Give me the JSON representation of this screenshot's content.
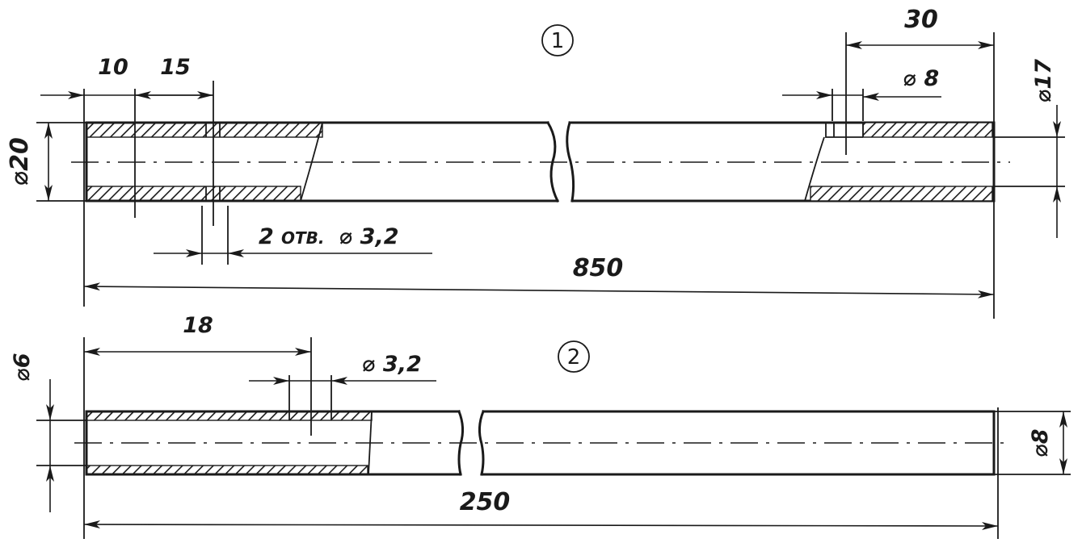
{
  "part1": {
    "number": "1",
    "dims": {
      "d10": "10",
      "d15": "15",
      "d30": "30",
      "dia8": "⌀ 8",
      "dia17": "⌀17",
      "dia20": "⌀20",
      "holes_count": "2",
      "holes_text": "ОТВ.",
      "holes_dia": "⌀ 3,2",
      "length": "850"
    }
  },
  "part2": {
    "number": "2",
    "dims": {
      "d18": "18",
      "dia3_2": "⌀ 3,2",
      "dia6": "⌀6",
      "dia8": "⌀8",
      "length": "250"
    }
  }
}
